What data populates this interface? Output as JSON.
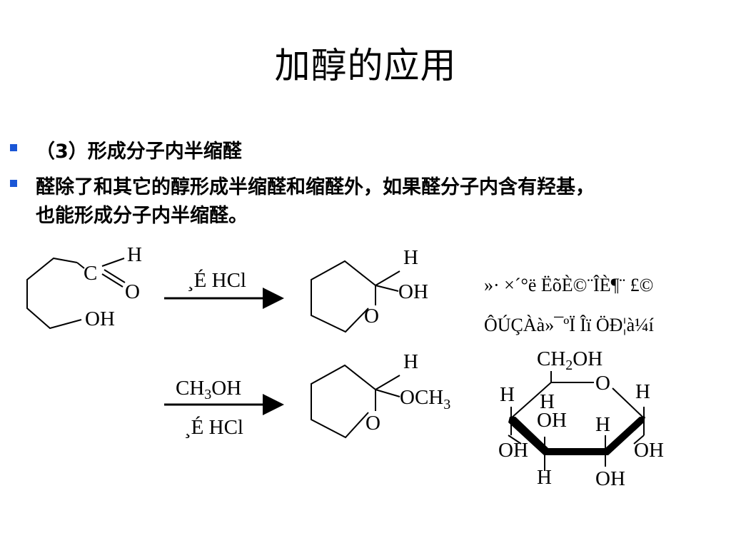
{
  "slide": {
    "title": "加醇的应用",
    "bullets": [
      {
        "line1": "（3）形成分子内半缩醛"
      },
      {
        "line1": "醛除了和其它的醇形成半缩醛和缩醛外，如果醛分子内含有羟基，",
        "line2": "也能形成分子内半缩醛。"
      }
    ],
    "bullet_color": "#1a56d6"
  },
  "scheme": {
    "reactant": {
      "h": "H",
      "c": "C",
      "o": "O",
      "oh": "OH"
    },
    "arrow1": {
      "reagent": "¸É HCl"
    },
    "product1": {
      "h": "H",
      "oh": "OH",
      "ring_o": "O"
    },
    "garbled_line1": "»· ×´°ë ËõÈ©¨ÎÈ¶¨ £©",
    "garbled_line2": "ÔÚÇÀà»¯ºÏ Îï ÖÐ¦à¼í",
    "arrow2": {
      "reagent_ch": "CH",
      "reagent_sub": "3",
      "reagent_oh": "OH",
      "reagent2": "¸É HCl"
    },
    "product2": {
      "h": "H",
      "och": "OCH",
      "och_sub": "3",
      "ring_o": "O"
    },
    "sugar": {
      "ch2oh_ch": "CH",
      "ch2oh_sub": "2",
      "ch2oh_oh": "OH",
      "ring_o": "O",
      "h_left": "H",
      "h_right": "H",
      "h_inner": "H",
      "oh_inner": "OH",
      "h_inner2": "H",
      "oh_left": "OH",
      "oh_right": "OH",
      "h_bottom": "H",
      "oh_bottom": "OH"
    }
  }
}
